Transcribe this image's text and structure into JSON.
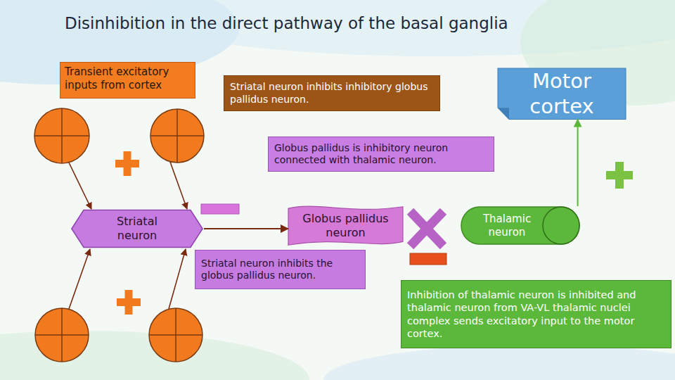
{
  "diagram": {
    "title": "Disinhibition in the direct pathway of the basal ganglia",
    "nodes": [
      {
        "text": [
          "Transient excitatory inputs from cortex"
        ]
      },
      {
        "text": [
          "Striatal neuron inhibits inhibitory globus pallidus neuron."
        ]
      },
      {
        "text": [
          "Motor cortex"
        ]
      },
      {
        "text": [
          "Globus pallidus is inhibitory neuron connected with thalamic neuron."
        ]
      },
      {
        "text": [
          "Striatal neuron"
        ]
      },
      {
        "text": [
          "Globus pallidus neuron"
        ]
      },
      {
        "text": [
          "Thalamic neuron"
        ]
      },
      {
        "text": [
          "Striatal neuron inhibits the globus pallidus neuron."
        ]
      },
      {
        "text": [
          "Inhibition of thalamic neuron is inhibited and thalamic neuron from VA-VL thalamic nuclei complex sends excitatory input to the motor cortex."
        ]
      }
    ],
    "edges": [
      {
        "from": 4,
        "to": 5,
        "arrow": "to"
      },
      {
        "from": 6,
        "to": 2,
        "arrow": "to"
      }
    ]
  }
}
